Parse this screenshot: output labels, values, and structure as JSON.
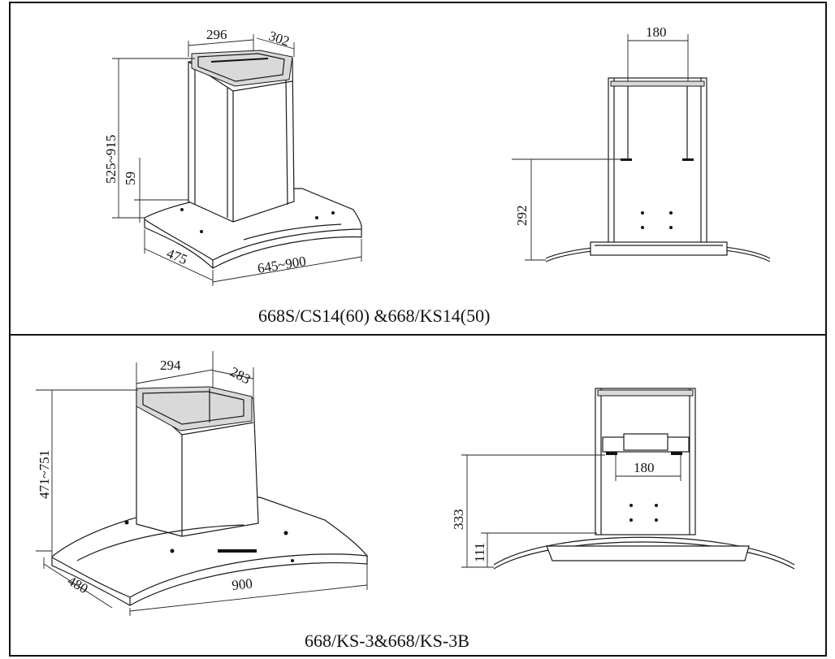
{
  "top_panel": {
    "caption": "668S/CS14(60) &668/KS14(50)",
    "perspective": {
      "width_top": "296",
      "depth_top": "302",
      "height_range": "525~915",
      "canopy_height": "59",
      "depth_bottom": "475",
      "width_range": "645~900"
    },
    "front": {
      "bracket_spacing": "180",
      "mount_height": "292"
    }
  },
  "bottom_panel": {
    "caption": "668/KS-3&668/KS-3B",
    "perspective": {
      "width_top": "294",
      "depth_top": "283",
      "height_range": "471~751",
      "depth_bottom": "480",
      "width": "900"
    },
    "front": {
      "bracket_spacing": "180",
      "mount_height": "333",
      "canopy_height": "111"
    }
  }
}
